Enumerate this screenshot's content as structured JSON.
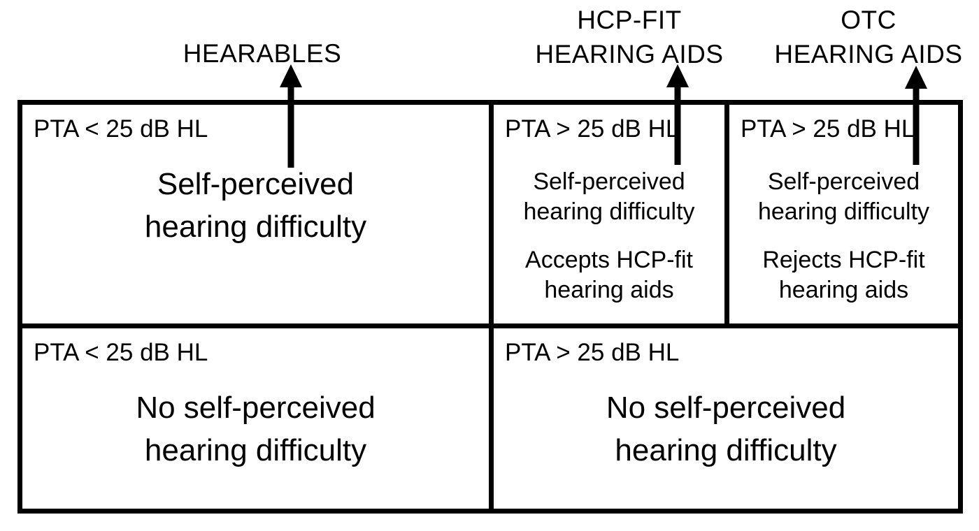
{
  "header_labels": {
    "hearables": "HEARABLES",
    "hcp_fit": "HCP-FIT\nHEARING AIDS",
    "otc": "OTC\nHEARING AIDS"
  },
  "cells": {
    "top_left": {
      "pta": "PTA < 25 dB HL",
      "body": "Self-perceived\nhearing difficulty"
    },
    "top_middle": {
      "pta": "PTA > 25 dB HL",
      "body": "Self-perceived\nhearing difficulty",
      "body2": "Accepts HCP-fit\nhearing aids"
    },
    "top_right": {
      "pta": "PTA > 25 dB HL",
      "body": "Self-perceived\nhearing difficulty",
      "body2": "Rejects HCP-fit\nhearing aids"
    },
    "bottom_left": {
      "pta": "PTA < 25 dB HL",
      "body": "No self-perceived\nhearing difficulty"
    },
    "bottom_right": {
      "pta": "PTA > 25 dB HL",
      "body": "No self-perceived\nhearing difficulty"
    }
  },
  "colors": {
    "text": "#000000",
    "border": "#000000",
    "background": "#ffffff"
  }
}
